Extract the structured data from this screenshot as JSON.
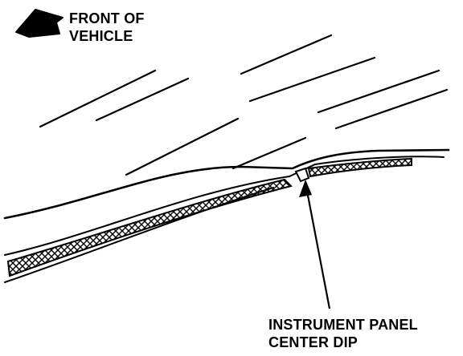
{
  "diagram": {
    "front_label": {
      "line1": "FRONT OF",
      "line2": "VEHICLE"
    },
    "center_dip_label": {
      "line1": "INSTRUMENT PANEL",
      "line2": "CENTER DIP"
    },
    "colors": {
      "ink": "#000000",
      "background": "#ffffff"
    },
    "icons": {
      "direction": "front-arrow-icon"
    }
  }
}
